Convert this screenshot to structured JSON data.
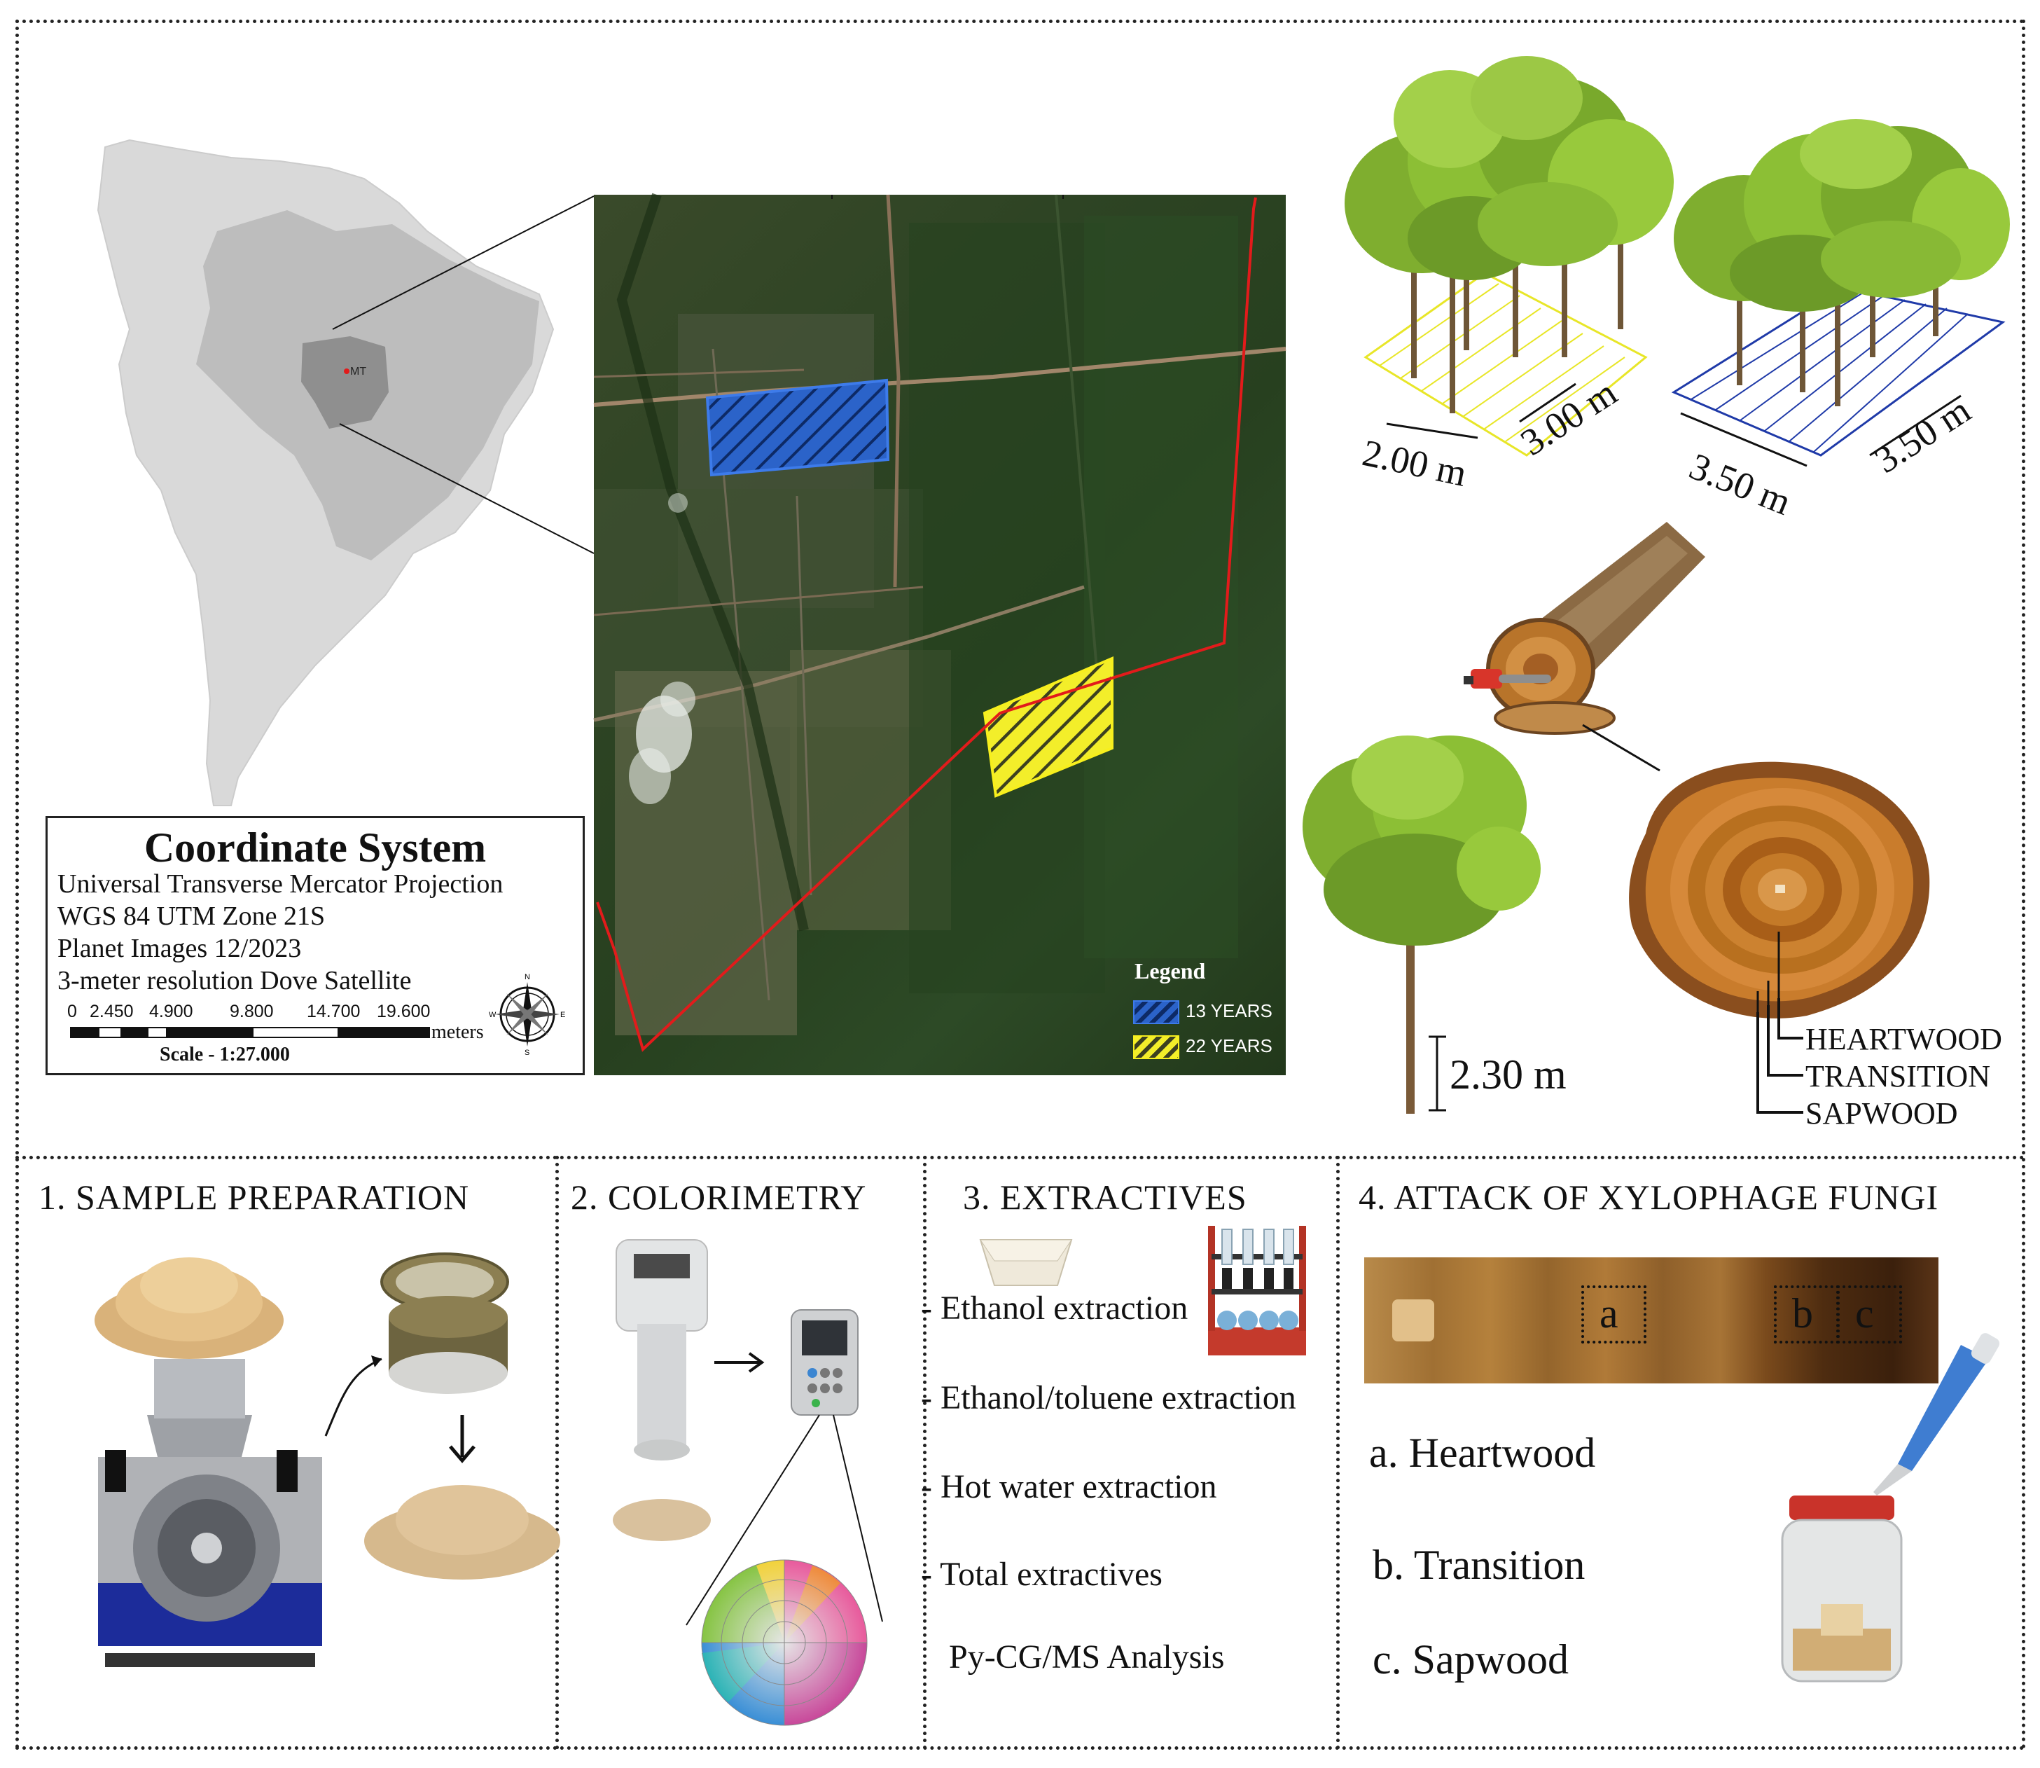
{
  "map": {
    "mt_label": "MT",
    "legend_title": "Legend",
    "legend_items": [
      {
        "label": "13 YEARS",
        "color": "#1e63d8"
      },
      {
        "label": "22 YEARS",
        "color": "#f2ea1a"
      }
    ],
    "boundary_color": "#e21b1b"
  },
  "coordinate_system": {
    "title": "Coordinate System",
    "lines": [
      "Universal Transverse Mercator Projection",
      "WGS 84 UTM Zone 21S",
      "Planet Images 12/2023",
      "3-meter resolution Dove Satellite"
    ],
    "scale_ticks": [
      "0",
      "2.450",
      "4.900",
      "9.800",
      "14.700",
      "19.600"
    ],
    "scale_unit": "meters",
    "scale_text": "Scale - 1:27.000",
    "compass_labels": [
      "N",
      "S",
      "E",
      "W"
    ]
  },
  "plantation": {
    "spacing_13": [
      "2.00 m",
      "3.00 m"
    ],
    "spacing_22": [
      "3.50 m",
      "3.50 m"
    ],
    "sample_height": "2.30 m",
    "wood_zones": [
      "HEARTWOOD",
      "TRANSITION",
      "SAPWOOD"
    ]
  },
  "sections": {
    "sample_preparation": "1. SAMPLE PREPARATION",
    "colorimetry": "2. COLORIMETRY",
    "extractives": {
      "title": "3. EXTRACTIVES",
      "items": [
        "- Ethanol extraction",
        "- Ethanol/toluene extraction",
        "- Hot water extraction",
        "- Total extractives",
        "Py-CG/MS Analysis"
      ]
    },
    "fungi": {
      "title": "4. ATTACK OF XYLOPHAGE FUNGI",
      "box_labels": [
        "a",
        "b",
        "c"
      ],
      "items": [
        "a. Heartwood",
        "b. Transition",
        "c. Sapwood"
      ]
    }
  }
}
